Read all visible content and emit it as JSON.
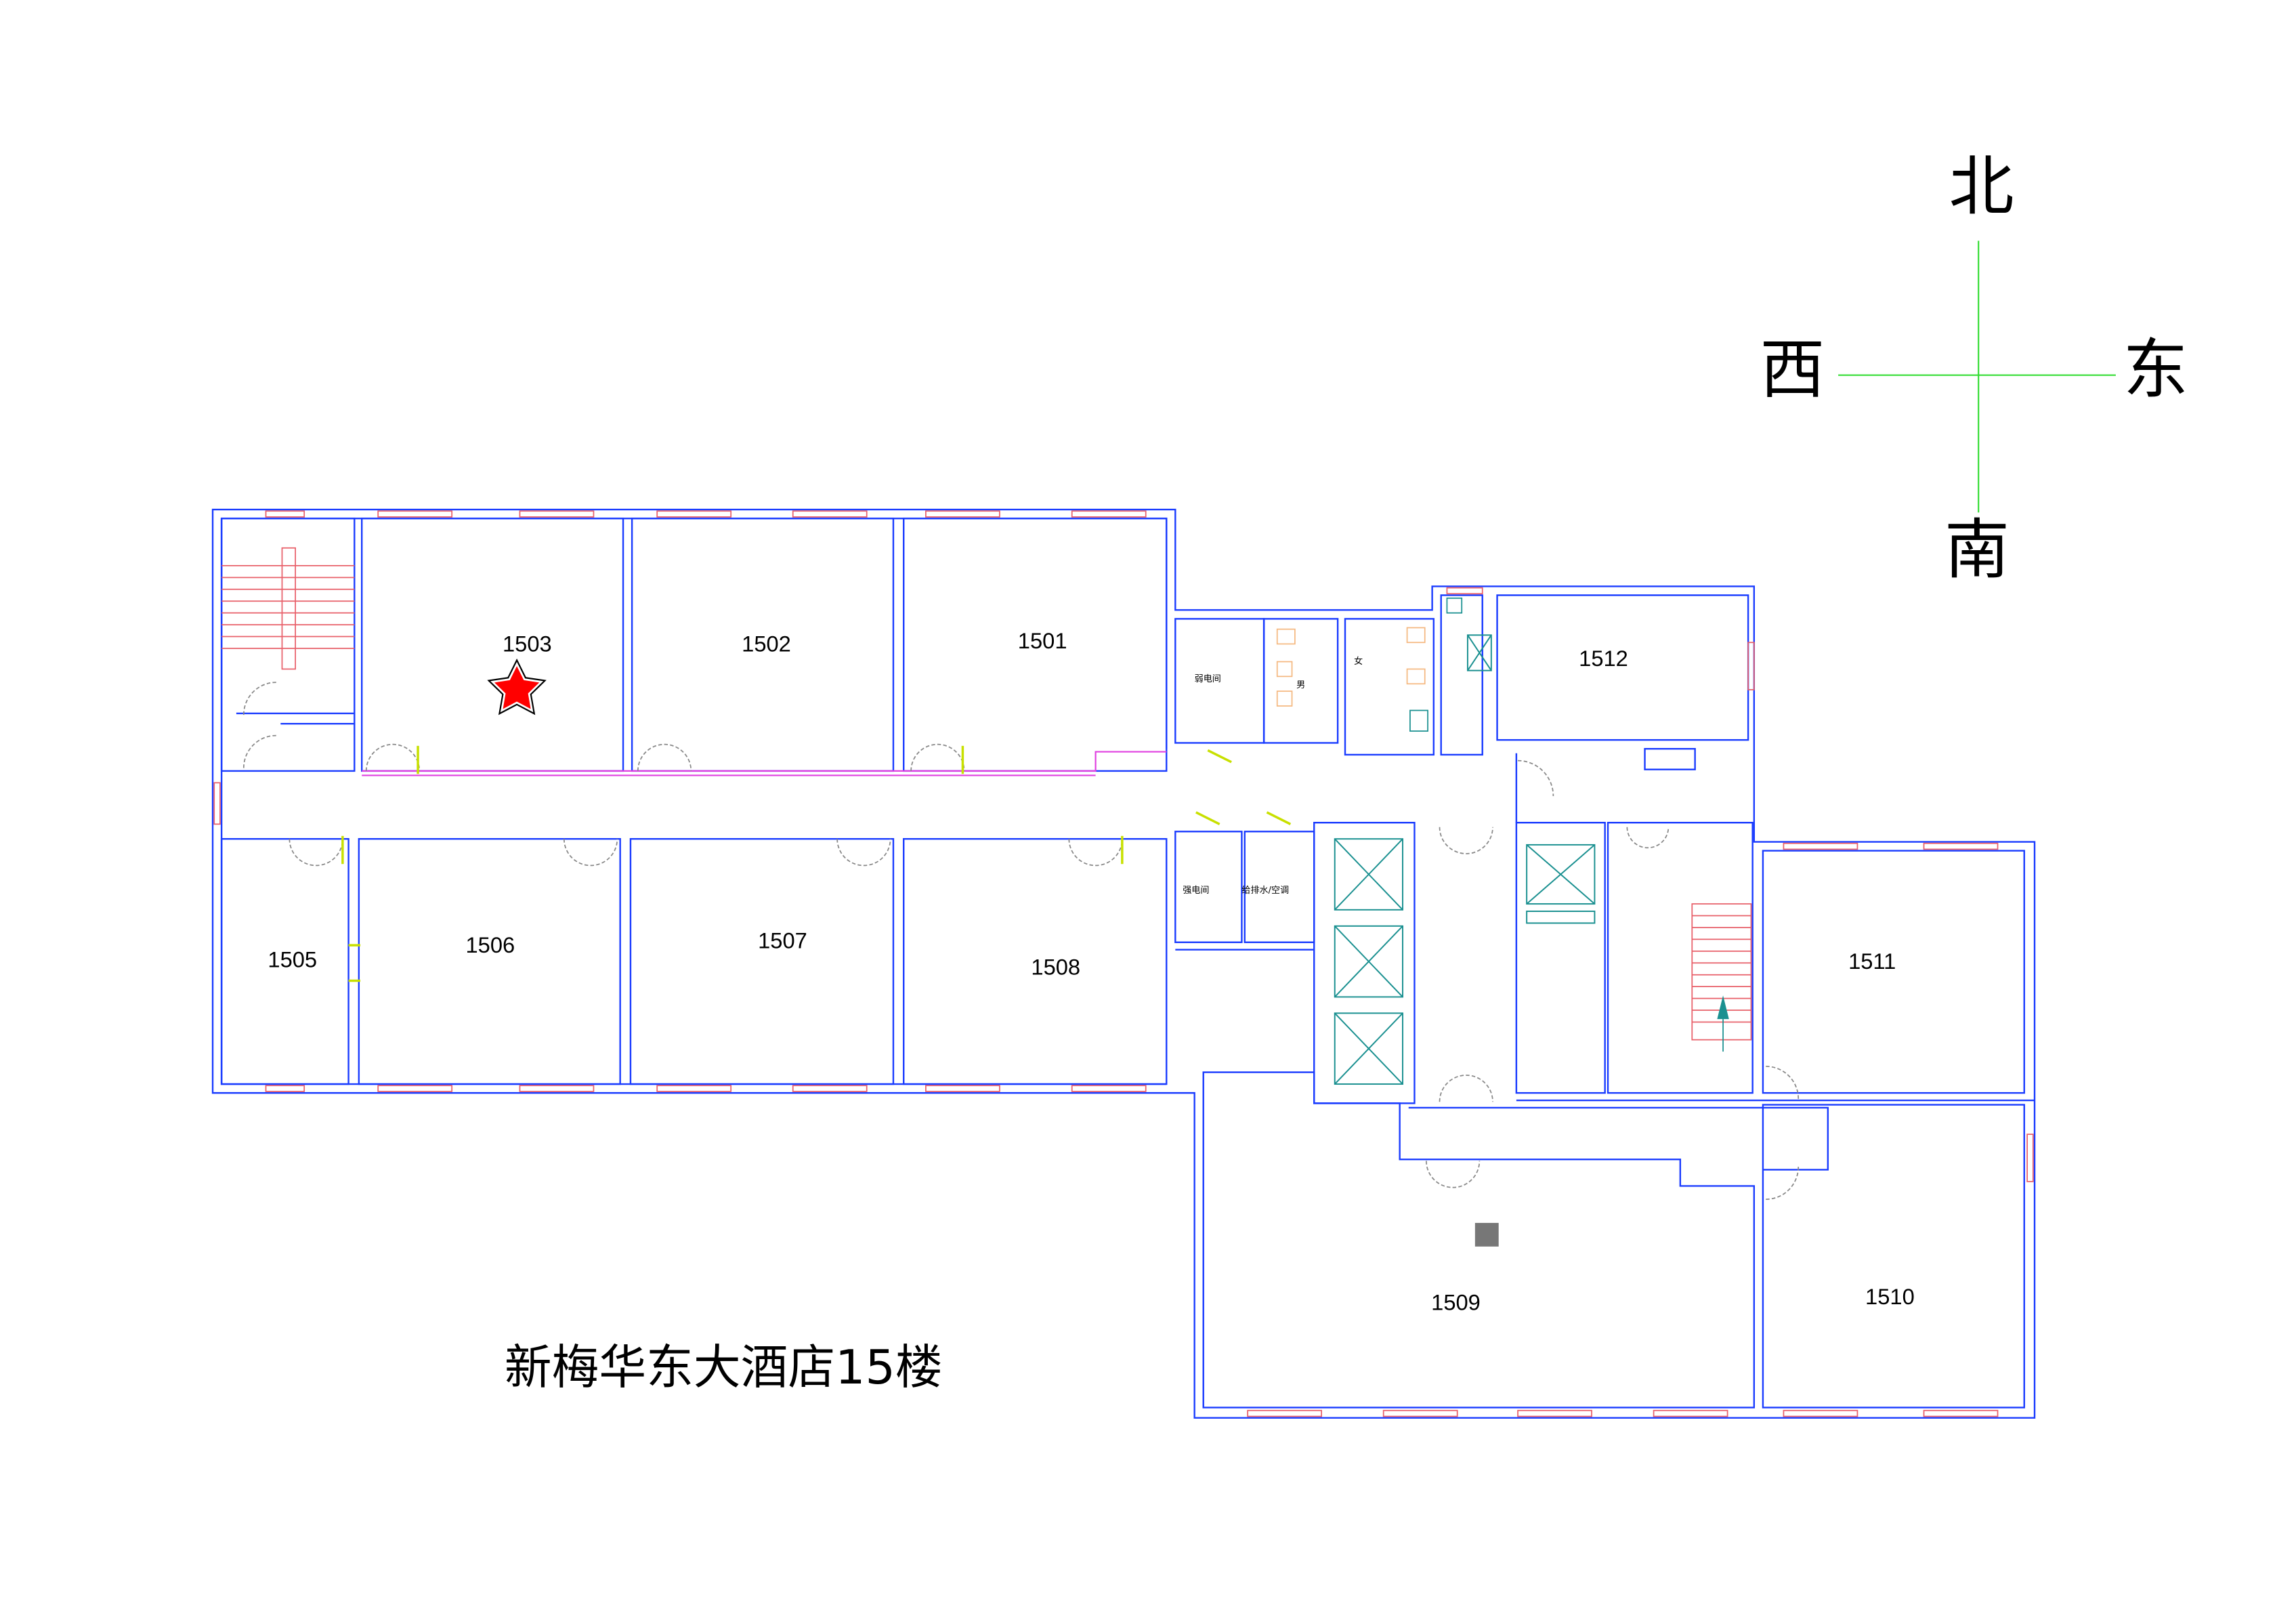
{
  "title": "新梅华东大酒店15楼",
  "compass": {
    "north": "北",
    "south": "南",
    "west": "西",
    "east": "东"
  },
  "rooms": {
    "r1501": "1501",
    "r1502": "1502",
    "r1503": "1503",
    "r1505": "1505",
    "r1506": "1506",
    "r1507": "1507",
    "r1508": "1508",
    "r1509": "1509",
    "r1510": "1510",
    "r1511": "1511",
    "r1512": "1512"
  },
  "service_rooms": {
    "weak_electric": "弱电间",
    "strong_electric": "强电间",
    "plumbing_hvac": "给排水/空调",
    "mens_restroom": "男",
    "womens_restroom": "女"
  },
  "marker": {
    "room": "1503",
    "icon": "red-star-icon",
    "color": "#ff0000"
  },
  "colors": {
    "wall": "#1a3cff",
    "window": "#e8606a",
    "compass": "#33dd33"
  }
}
